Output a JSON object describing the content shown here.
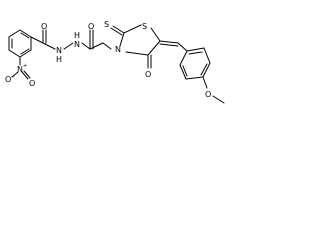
{
  "molecule": {
    "atoms": {
      "nitro_o_minus": "O",
      "nitro_o_minus_charge": "−",
      "nitro_n": "N",
      "nitro_n_charge": "+",
      "nitro_o_double": "O",
      "amide_o": "O",
      "hydrazide_n1": "N",
      "hydrazide_n1_h": "H",
      "hydrazide_n2": "N",
      "hydrazide_n2_h": "H",
      "acetyl_o": "O",
      "thioxo_s": "S",
      "ring_s": "S",
      "ring_n": "N",
      "ring_o": "O",
      "methoxy_o": "O"
    },
    "colors": {
      "bond": "#000000",
      "text": "#000000",
      "background": "#ffffff"
    }
  }
}
